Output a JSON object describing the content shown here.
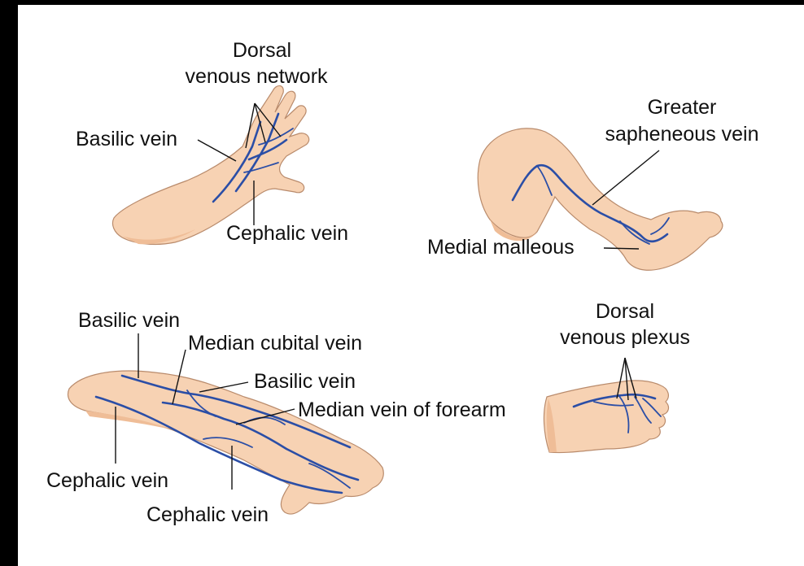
{
  "colors": {
    "background": "#000000",
    "panel": "#ffffff",
    "skin": "#f7d2b3",
    "vein": "#2b4ea6",
    "text": "#111111"
  },
  "panels": {
    "infant_hand": {
      "labels": {
        "dorsal_venous_network_line1": "Dorsal",
        "dorsal_venous_network_line2": "venous network",
        "basilic_vein": "Basilic vein",
        "cephalic_vein": "Cephalic vein"
      }
    },
    "infant_leg": {
      "labels": {
        "greater_saphenous_line1": "Greater",
        "greater_saphenous_line2": "sapheneous vein",
        "medial_malleolus": "Medial malleous"
      }
    },
    "arm": {
      "labels": {
        "basilic_vein_upper": "Basilic vein",
        "median_cubital_vein": "Median cubital vein",
        "basilic_vein_forearm": "Basilic vein",
        "median_vein_of_forearm": "Median vein of forearm",
        "cephalic_vein_upper": "Cephalic vein",
        "cephalic_vein_forearm": "Cephalic vein"
      }
    },
    "foot": {
      "labels": {
        "dorsal_venous_plexus_line1": "Dorsal",
        "dorsal_venous_plexus_line2": "venous plexus"
      }
    }
  }
}
